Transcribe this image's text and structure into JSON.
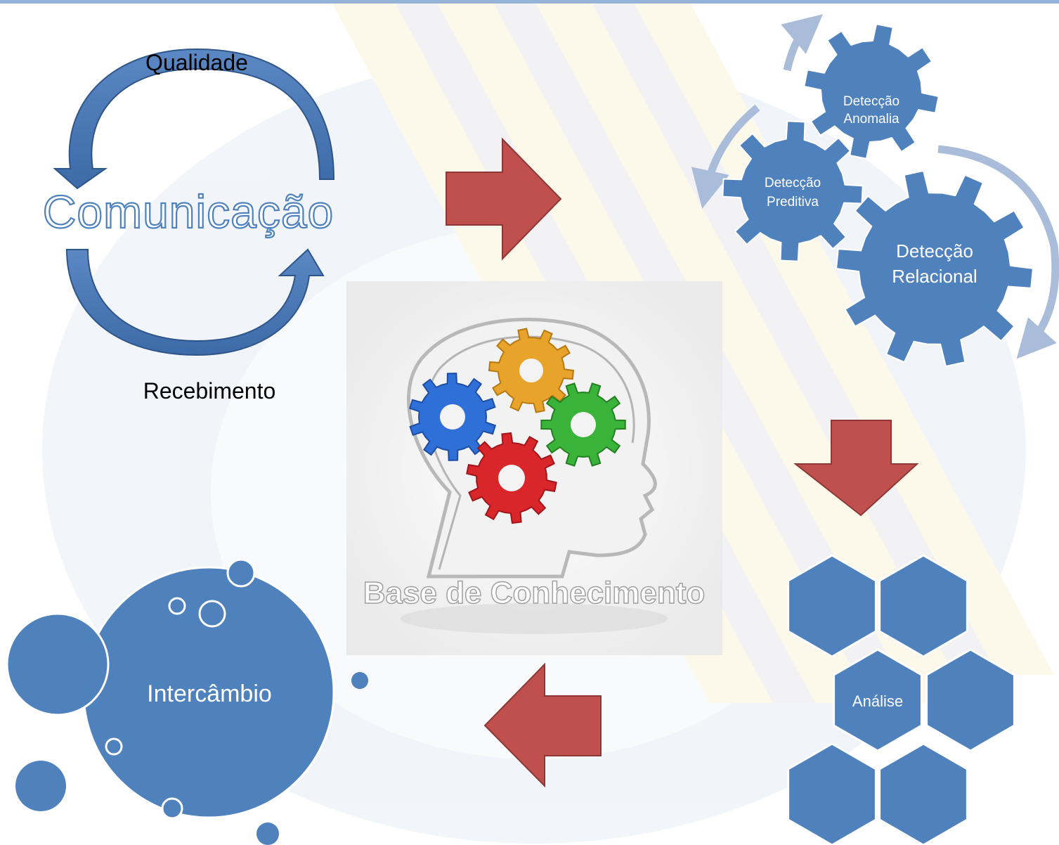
{
  "cycle": {
    "top_label": "Qualidade",
    "title": "Comunicação",
    "bottom_label": "Recebimento"
  },
  "gears": [
    {
      "line1": "Detecção",
      "line2": "Anomalia"
    },
    {
      "line1": "Detecção",
      "line2": "Preditiva"
    },
    {
      "line1": "Detecção",
      "line2": "Relacional"
    }
  ],
  "center": {
    "caption": "Base de Conhecimento"
  },
  "hex": {
    "label": "Análise"
  },
  "bubble": {
    "label": "Intercâmbio"
  },
  "colors": {
    "shape_blue": "#4f81bd",
    "dark_blue": "#385d8a",
    "arrow_red": "#c0504d",
    "arrow_border": "#8c3836",
    "light_blue_arc": "#a9bcd9",
    "top_bar": "#95b3d7"
  }
}
